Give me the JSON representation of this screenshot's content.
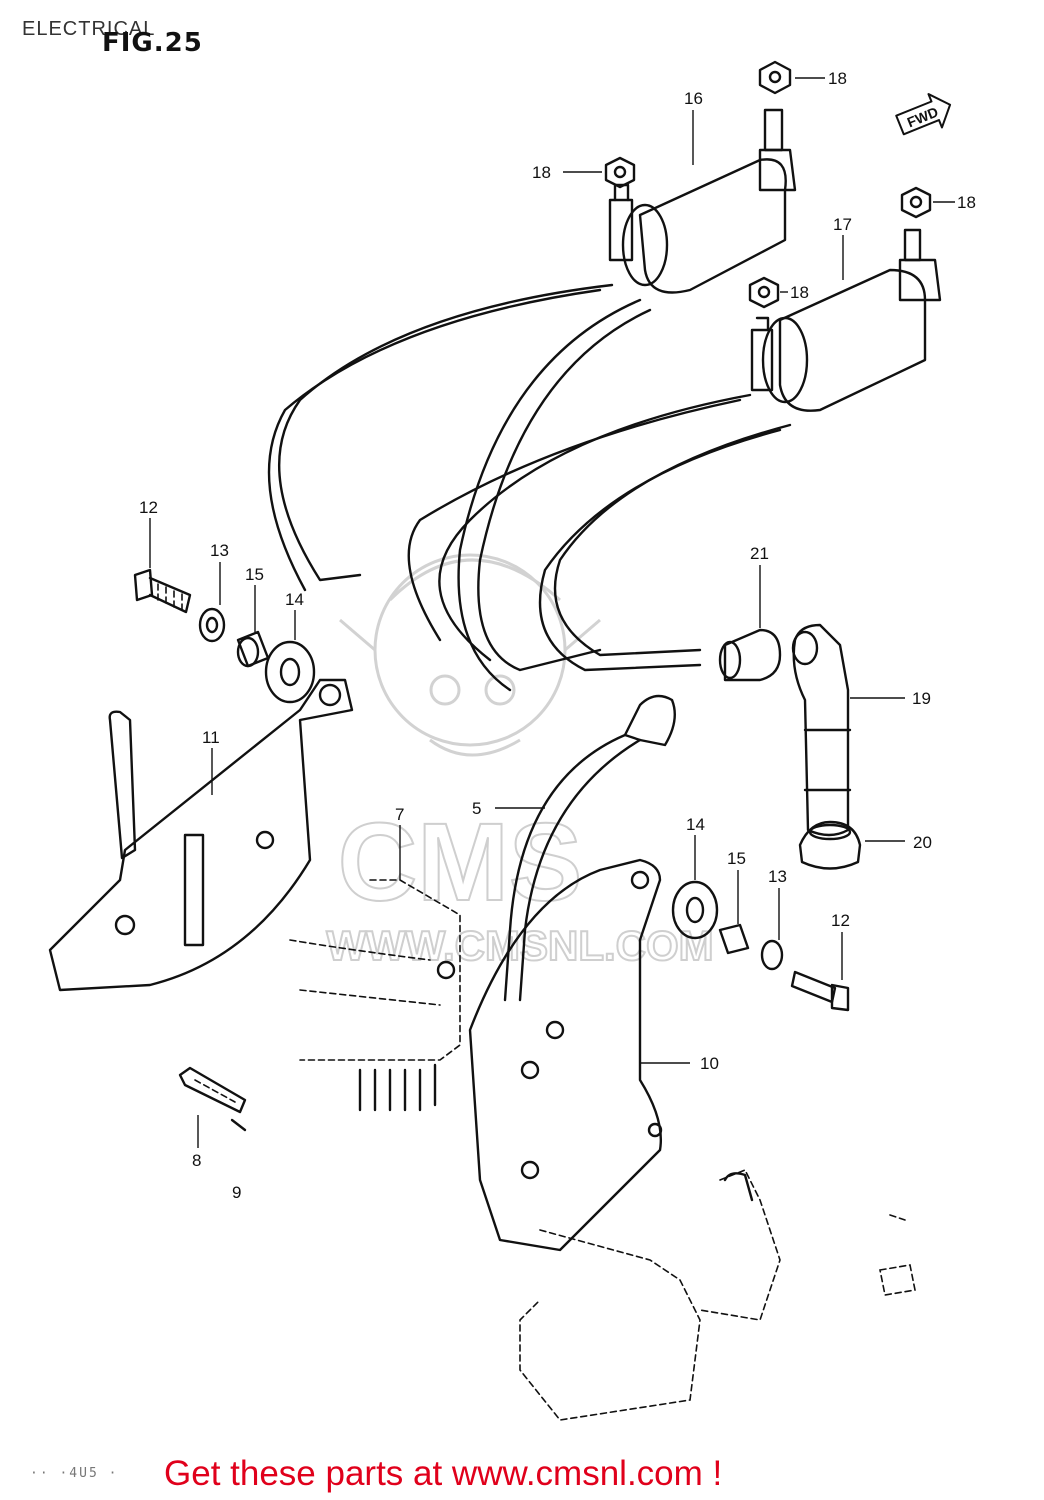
{
  "page": {
    "title": "ELECTRICAL",
    "figure_label": "FIG.25",
    "footer_text": "Get these parts at www.cmsnl.com !",
    "footer_code": "·· ·4U5 ·"
  },
  "watermark": {
    "brand": "CMS",
    "url": "WWW.CMSNL.COM",
    "icon": "cms-mascot-watermark-icon"
  },
  "direction_indicator": {
    "label": "FWD",
    "icon": "forward-arrow-icon"
  },
  "callouts": [
    {
      "id": "c16a",
      "label": "16"
    },
    {
      "id": "c18a",
      "label": "18"
    },
    {
      "id": "c18b",
      "label": "18"
    },
    {
      "id": "c18c",
      "label": "18"
    },
    {
      "id": "c18d",
      "label": "18"
    },
    {
      "id": "c17",
      "label": "17"
    },
    {
      "id": "c12a",
      "label": "12"
    },
    {
      "id": "c13a",
      "label": "13"
    },
    {
      "id": "c15a",
      "label": "15"
    },
    {
      "id": "c14a",
      "label": "14"
    },
    {
      "id": "c11",
      "label": "11"
    },
    {
      "id": "c21",
      "label": "21"
    },
    {
      "id": "c19",
      "label": "19"
    },
    {
      "id": "c20",
      "label": "20"
    },
    {
      "id": "c5",
      "label": "5"
    },
    {
      "id": "c7",
      "label": "7"
    },
    {
      "id": "c14b",
      "label": "14"
    },
    {
      "id": "c15b",
      "label": "15"
    },
    {
      "id": "c13b",
      "label": "13"
    },
    {
      "id": "c12b",
      "label": "12"
    },
    {
      "id": "c10",
      "label": "10"
    },
    {
      "id": "c8",
      "label": "8"
    },
    {
      "id": "c9",
      "label": "9"
    }
  ]
}
